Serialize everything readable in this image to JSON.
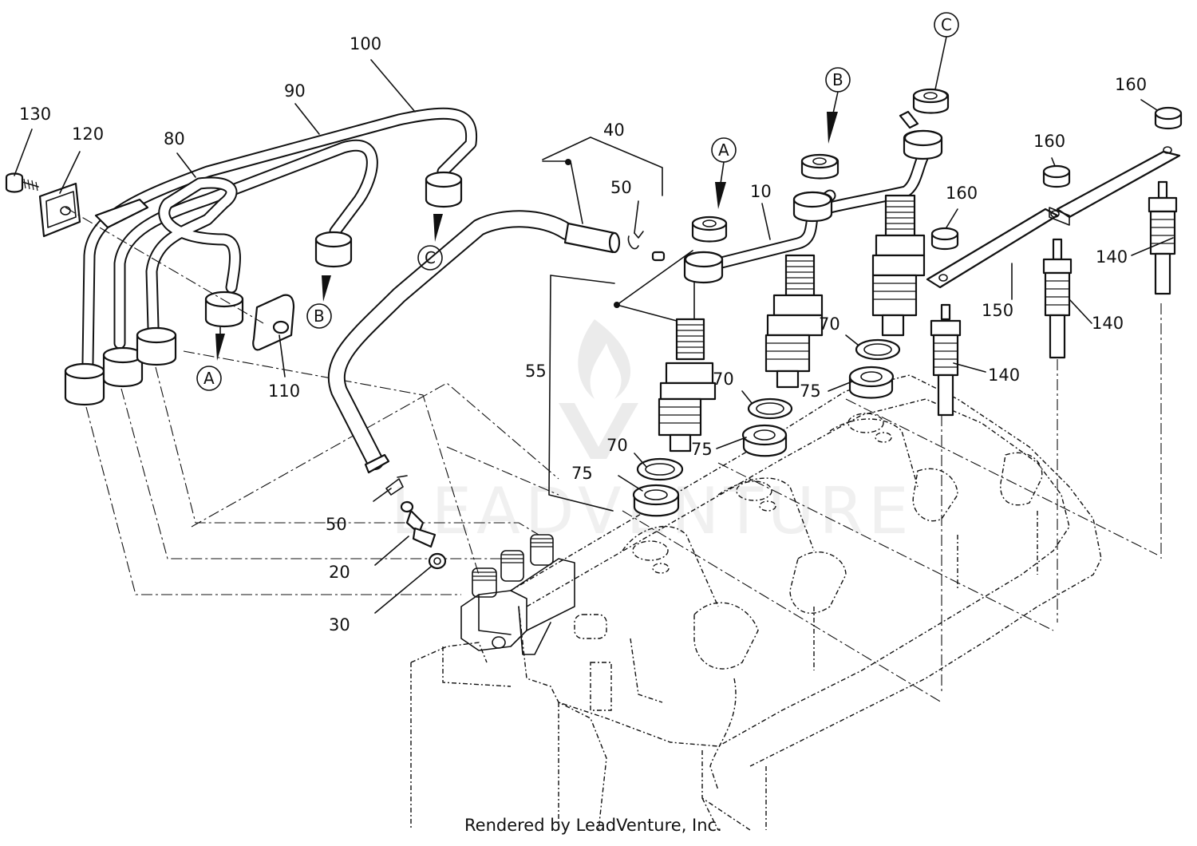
{
  "footer": "Rendered by LeadVenture, Inc.",
  "watermark": "LEADVENTURE",
  "callouts": [
    {
      "id": "c130",
      "text": "130"
    },
    {
      "id": "c120",
      "text": "120"
    },
    {
      "id": "c80",
      "text": "80"
    },
    {
      "id": "c90",
      "text": "90"
    },
    {
      "id": "c100",
      "text": "100"
    },
    {
      "id": "c110",
      "text": "110"
    },
    {
      "id": "c40",
      "text": "40"
    },
    {
      "id": "c50a",
      "text": "50"
    },
    {
      "id": "c50b",
      "text": "50"
    },
    {
      "id": "c10",
      "text": "10"
    },
    {
      "id": "c55",
      "text": "55"
    },
    {
      "id": "c20",
      "text": "20"
    },
    {
      "id": "c30",
      "text": "30"
    },
    {
      "id": "c70a",
      "text": "70"
    },
    {
      "id": "c70b",
      "text": "70"
    },
    {
      "id": "c70c",
      "text": "70"
    },
    {
      "id": "c75a",
      "text": "75"
    },
    {
      "id": "c75b",
      "text": "75"
    },
    {
      "id": "c75c",
      "text": "75"
    },
    {
      "id": "c140a",
      "text": "140"
    },
    {
      "id": "c140b",
      "text": "140"
    },
    {
      "id": "c140c",
      "text": "140"
    },
    {
      "id": "c150",
      "text": "150"
    },
    {
      "id": "c160a",
      "text": "160"
    },
    {
      "id": "c160b",
      "text": "160"
    },
    {
      "id": "c160c",
      "text": "160"
    }
  ],
  "letters": [
    {
      "id": "lA1",
      "text": "A"
    },
    {
      "id": "lB1",
      "text": "B"
    },
    {
      "id": "lC1",
      "text": "C"
    },
    {
      "id": "lA2",
      "text": "A"
    },
    {
      "id": "lB2",
      "text": "B"
    },
    {
      "id": "lC2",
      "text": "C"
    }
  ]
}
